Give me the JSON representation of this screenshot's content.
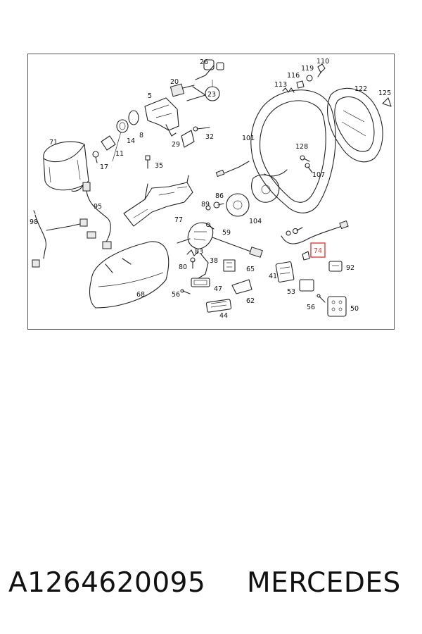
{
  "diagram": {
    "callouts": [
      "26",
      "20",
      "5",
      "23",
      "32",
      "14",
      "8",
      "29",
      "71",
      "17",
      "11",
      "35",
      "98",
      "95",
      "110",
      "119",
      "116",
      "113",
      "122",
      "125",
      "101",
      "128",
      "107",
      "86",
      "89",
      "104",
      "59",
      "77",
      "83",
      "80",
      "38",
      "65",
      "56",
      "47",
      "44",
      "62",
      "68",
      "41",
      "53",
      "92",
      "74",
      "56",
      "50"
    ],
    "highlighted_callout": "74",
    "highlight_color": "#e03c3c"
  },
  "footer": {
    "part_number": "A1264620095",
    "brand": "MERCEDES"
  }
}
